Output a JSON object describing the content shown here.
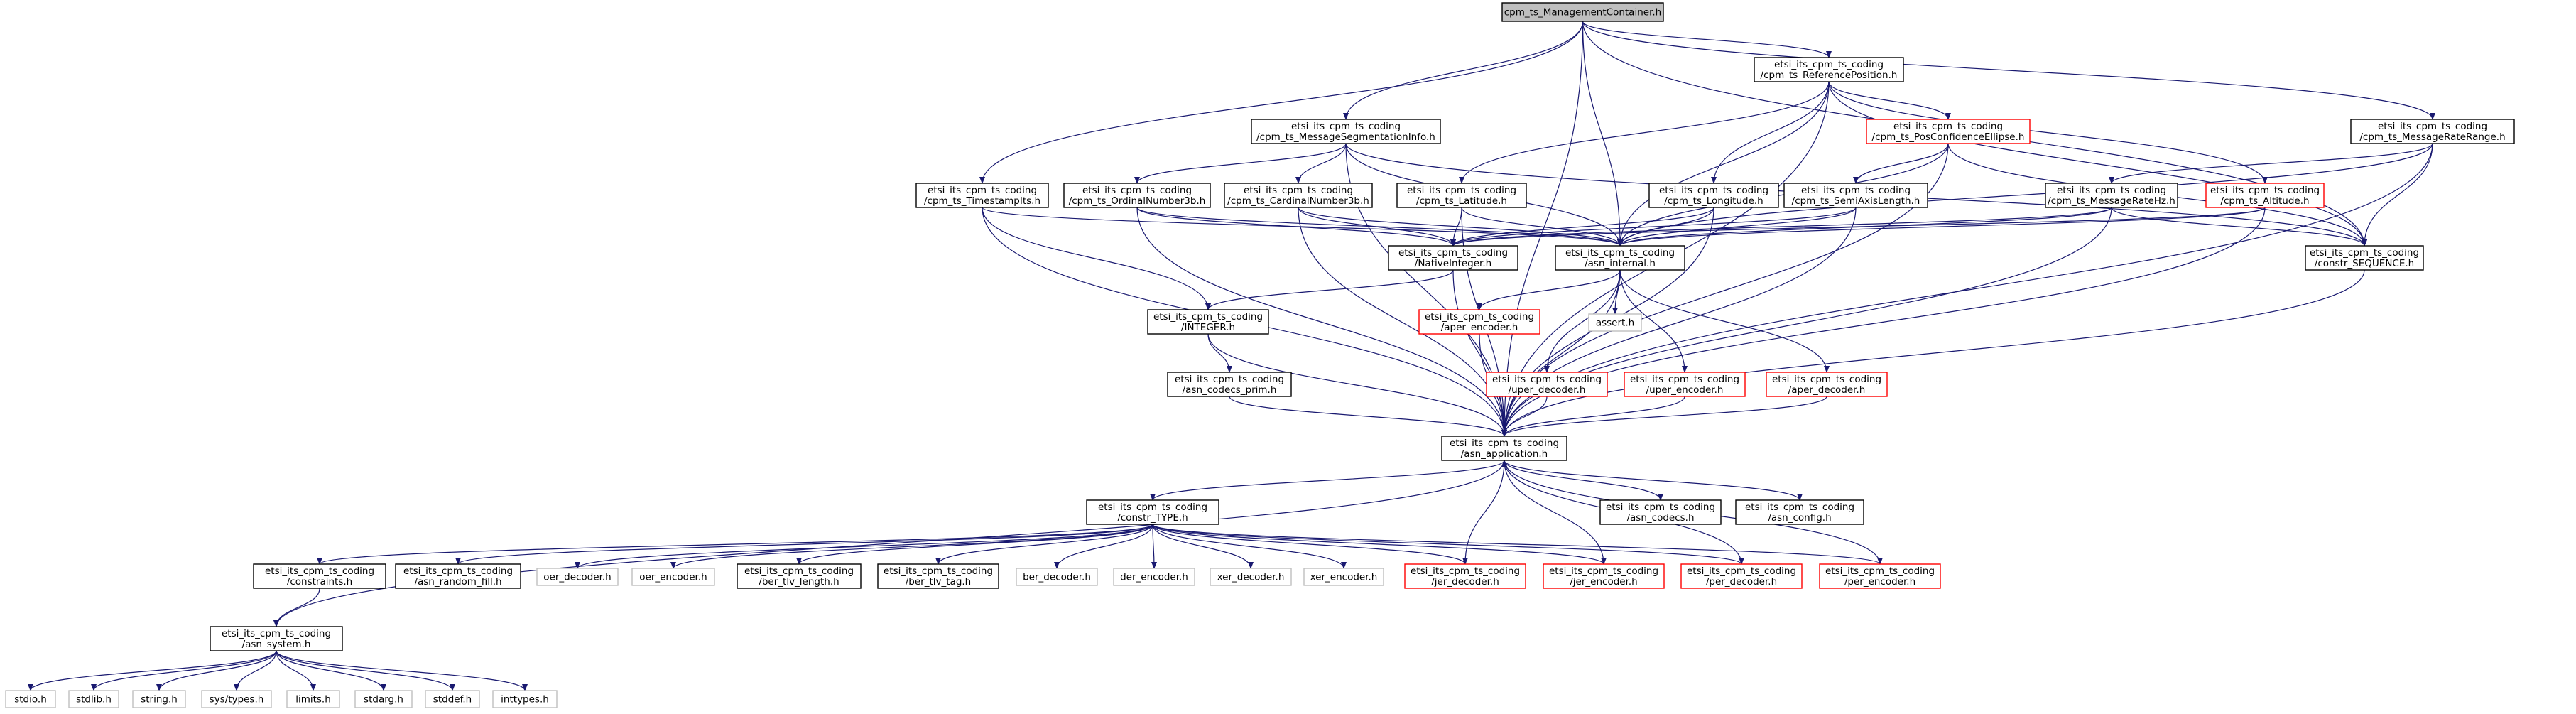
{
  "colors": {
    "edge": "#191970",
    "root_fill": "#bfbfbf",
    "node_border": "#000000",
    "incomplete_border": "#ff0000",
    "system_border": "#bfbfbf"
  },
  "nodes": [
    {
      "id": "root",
      "lines": [
        "cpm_ts_ManagementContainer.h"
      ],
      "kind": "root"
    },
    {
      "id": "refpos",
      "lines": [
        "etsi_its_cpm_ts_coding",
        "/cpm_ts_ReferencePosition.h"
      ],
      "kind": "normal"
    },
    {
      "id": "msgseg",
      "lines": [
        "etsi_its_cpm_ts_coding",
        "/cpm_ts_MessageSegmentationInfo.h"
      ],
      "kind": "normal"
    },
    {
      "id": "posconf",
      "lines": [
        "etsi_its_cpm_ts_coding",
        "/cpm_ts_PosConfidenceEllipse.h"
      ],
      "kind": "red"
    },
    {
      "id": "msgraterange",
      "lines": [
        "etsi_its_cpm_ts_coding",
        "/cpm_ts_MessageRateRange.h"
      ],
      "kind": "normal"
    },
    {
      "id": "timestamp",
      "lines": [
        "etsi_its_cpm_ts_coding",
        "/cpm_ts_TimestampIts.h"
      ],
      "kind": "normal"
    },
    {
      "id": "ordinal",
      "lines": [
        "etsi_its_cpm_ts_coding",
        "/cpm_ts_OrdinalNumber3b.h"
      ],
      "kind": "normal"
    },
    {
      "id": "cardinal",
      "lines": [
        "etsi_its_cpm_ts_coding",
        "/cpm_ts_CardinalNumber3b.h"
      ],
      "kind": "normal"
    },
    {
      "id": "latitude",
      "lines": [
        "etsi_its_cpm_ts_coding",
        "/cpm_ts_Latitude.h"
      ],
      "kind": "normal"
    },
    {
      "id": "longitude",
      "lines": [
        "etsi_its_cpm_ts_coding",
        "/cpm_ts_Longitude.h"
      ],
      "kind": "normal"
    },
    {
      "id": "semiaxis",
      "lines": [
        "etsi_its_cpm_ts_coding",
        "/cpm_ts_SemiAxisLength.h"
      ],
      "kind": "normal"
    },
    {
      "id": "msgratehz",
      "lines": [
        "etsi_its_cpm_ts_coding",
        "/cpm_ts_MessageRateHz.h"
      ],
      "kind": "normal"
    },
    {
      "id": "altitude",
      "lines": [
        "etsi_its_cpm_ts_coding",
        "/cpm_ts_Altitude.h"
      ],
      "kind": "red"
    },
    {
      "id": "nativeint",
      "lines": [
        "etsi_its_cpm_ts_coding",
        "/NativeInteger.h"
      ],
      "kind": "normal"
    },
    {
      "id": "asninternal",
      "lines": [
        "etsi_its_cpm_ts_coding",
        "/asn_internal.h"
      ],
      "kind": "normal"
    },
    {
      "id": "constrseq",
      "lines": [
        "etsi_its_cpm_ts_coding",
        "/constr_SEQUENCE.h"
      ],
      "kind": "normal"
    },
    {
      "id": "integer",
      "lines": [
        "etsi_its_cpm_ts_coding",
        "/INTEGER.h"
      ],
      "kind": "normal"
    },
    {
      "id": "aperenc",
      "lines": [
        "etsi_its_cpm_ts_coding",
        "/aper_encoder.h"
      ],
      "kind": "red"
    },
    {
      "id": "assert",
      "lines": [
        "assert.h"
      ],
      "kind": "gray"
    },
    {
      "id": "codecsprim",
      "lines": [
        "etsi_its_cpm_ts_coding",
        "/asn_codecs_prim.h"
      ],
      "kind": "normal"
    },
    {
      "id": "uperdec",
      "lines": [
        "etsi_its_cpm_ts_coding",
        "/uper_decoder.h"
      ],
      "kind": "red"
    },
    {
      "id": "uperenc",
      "lines": [
        "etsi_its_cpm_ts_coding",
        "/uper_encoder.h"
      ],
      "kind": "red"
    },
    {
      "id": "aperdec",
      "lines": [
        "etsi_its_cpm_ts_coding",
        "/aper_decoder.h"
      ],
      "kind": "red"
    },
    {
      "id": "asnapp",
      "lines": [
        "etsi_its_cpm_ts_coding",
        "/asn_application.h"
      ],
      "kind": "normal"
    },
    {
      "id": "constrtype",
      "lines": [
        "etsi_its_cpm_ts_coding",
        "/constr_TYPE.h"
      ],
      "kind": "normal"
    },
    {
      "id": "asncodecs",
      "lines": [
        "etsi_its_cpm_ts_coding",
        "/asn_codecs.h"
      ],
      "kind": "normal"
    },
    {
      "id": "asnconfig",
      "lines": [
        "etsi_its_cpm_ts_coding",
        "/asn_config.h"
      ],
      "kind": "normal"
    },
    {
      "id": "constraints",
      "lines": [
        "etsi_its_cpm_ts_coding",
        "/constraints.h"
      ],
      "kind": "normal"
    },
    {
      "id": "randomfill",
      "lines": [
        "etsi_its_cpm_ts_coding",
        "/asn_random_fill.h"
      ],
      "kind": "normal"
    },
    {
      "id": "oerdec",
      "lines": [
        "oer_decoder.h"
      ],
      "kind": "gray"
    },
    {
      "id": "oerenc",
      "lines": [
        "oer_encoder.h"
      ],
      "kind": "gray"
    },
    {
      "id": "bertlvlen",
      "lines": [
        "etsi_its_cpm_ts_coding",
        "/ber_tlv_length.h"
      ],
      "kind": "normal"
    },
    {
      "id": "bertlvtag",
      "lines": [
        "etsi_its_cpm_ts_coding",
        "/ber_tlv_tag.h"
      ],
      "kind": "normal"
    },
    {
      "id": "berdec",
      "lines": [
        "ber_decoder.h"
      ],
      "kind": "gray"
    },
    {
      "id": "derenc",
      "lines": [
        "der_encoder.h"
      ],
      "kind": "gray"
    },
    {
      "id": "xerdec",
      "lines": [
        "xer_decoder.h"
      ],
      "kind": "gray"
    },
    {
      "id": "xerenc",
      "lines": [
        "xer_encoder.h"
      ],
      "kind": "gray"
    },
    {
      "id": "jerdec",
      "lines": [
        "etsi_its_cpm_ts_coding",
        "/jer_decoder.h"
      ],
      "kind": "red"
    },
    {
      "id": "jerenc",
      "lines": [
        "etsi_its_cpm_ts_coding",
        "/jer_encoder.h"
      ],
      "kind": "red"
    },
    {
      "id": "perdec",
      "lines": [
        "etsi_its_cpm_ts_coding",
        "/per_decoder.h"
      ],
      "kind": "red"
    },
    {
      "id": "perenc",
      "lines": [
        "etsi_its_cpm_ts_coding",
        "/per_encoder.h"
      ],
      "kind": "red"
    },
    {
      "id": "asnsystem",
      "lines": [
        "etsi_its_cpm_ts_coding",
        "/asn_system.h"
      ],
      "kind": "normal"
    },
    {
      "id": "stdio",
      "lines": [
        "stdio.h"
      ],
      "kind": "gray"
    },
    {
      "id": "stdlib",
      "lines": [
        "stdlib.h"
      ],
      "kind": "gray"
    },
    {
      "id": "string",
      "lines": [
        "string.h"
      ],
      "kind": "gray"
    },
    {
      "id": "systypes",
      "lines": [
        "sys/types.h"
      ],
      "kind": "gray"
    },
    {
      "id": "limits",
      "lines": [
        "limits.h"
      ],
      "kind": "gray"
    },
    {
      "id": "stdarg",
      "lines": [
        "stdarg.h"
      ],
      "kind": "gray"
    },
    {
      "id": "stddef",
      "lines": [
        "stddef.h"
      ],
      "kind": "gray"
    },
    {
      "id": "inttypes",
      "lines": [
        "inttypes.h"
      ],
      "kind": "gray"
    }
  ],
  "edges": [
    [
      "root",
      "refpos"
    ],
    [
      "root",
      "msgseg"
    ],
    [
      "root",
      "msgraterange"
    ],
    [
      "root",
      "timestamp"
    ],
    [
      "root",
      "asninternal"
    ],
    [
      "root",
      "asnapp"
    ],
    [
      "root",
      "constrseq"
    ],
    [
      "refpos",
      "posconf"
    ],
    [
      "refpos",
      "latitude"
    ],
    [
      "refpos",
      "longitude"
    ],
    [
      "refpos",
      "altitude"
    ],
    [
      "refpos",
      "asninternal"
    ],
    [
      "refpos",
      "asnapp"
    ],
    [
      "refpos",
      "constrseq"
    ],
    [
      "msgseg",
      "ordinal"
    ],
    [
      "msgseg",
      "cardinal"
    ],
    [
      "msgseg",
      "asninternal"
    ],
    [
      "msgseg",
      "asnapp"
    ],
    [
      "msgseg",
      "constrseq"
    ],
    [
      "posconf",
      "semiaxis"
    ],
    [
      "posconf",
      "asninternal"
    ],
    [
      "posconf",
      "asnapp"
    ],
    [
      "posconf",
      "constrseq"
    ],
    [
      "msgraterange",
      "msgratehz"
    ],
    [
      "msgraterange",
      "asninternal"
    ],
    [
      "msgraterange",
      "asnapp"
    ],
    [
      "msgraterange",
      "constrseq"
    ],
    [
      "timestamp",
      "integer"
    ],
    [
      "timestamp",
      "asninternal"
    ],
    [
      "timestamp",
      "asnapp"
    ],
    [
      "ordinal",
      "nativeint"
    ],
    [
      "ordinal",
      "asninternal"
    ],
    [
      "ordinal",
      "asnapp"
    ],
    [
      "cardinal",
      "nativeint"
    ],
    [
      "cardinal",
      "asninternal"
    ],
    [
      "cardinal",
      "asnapp"
    ],
    [
      "latitude",
      "nativeint"
    ],
    [
      "latitude",
      "asninternal"
    ],
    [
      "latitude",
      "asnapp"
    ],
    [
      "longitude",
      "nativeint"
    ],
    [
      "longitude",
      "asninternal"
    ],
    [
      "longitude",
      "asnapp"
    ],
    [
      "semiaxis",
      "nativeint"
    ],
    [
      "semiaxis",
      "asninternal"
    ],
    [
      "semiaxis",
      "asnapp"
    ],
    [
      "msgratehz",
      "nativeint"
    ],
    [
      "msgratehz",
      "asninternal"
    ],
    [
      "msgratehz",
      "asnapp"
    ],
    [
      "msgratehz",
      "constrseq"
    ],
    [
      "altitude",
      "nativeint"
    ],
    [
      "altitude",
      "asninternal"
    ],
    [
      "altitude",
      "asnapp"
    ],
    [
      "nativeint",
      "integer"
    ],
    [
      "nativeint",
      "asnapp"
    ],
    [
      "asninternal",
      "aperenc"
    ],
    [
      "asninternal",
      "assert"
    ],
    [
      "asninternal",
      "uperdec"
    ],
    [
      "asninternal",
      "uperenc"
    ],
    [
      "asninternal",
      "aperdec"
    ],
    [
      "asninternal",
      "asnapp"
    ],
    [
      "constrseq",
      "asnapp"
    ],
    [
      "integer",
      "codecsprim"
    ],
    [
      "integer",
      "asnapp"
    ],
    [
      "aperenc",
      "asnapp"
    ],
    [
      "codecsprim",
      "asnapp"
    ],
    [
      "uperdec",
      "asnapp"
    ],
    [
      "uperenc",
      "asnapp"
    ],
    [
      "aperdec",
      "asnapp"
    ],
    [
      "asnapp",
      "constrtype"
    ],
    [
      "asnapp",
      "asncodecs"
    ],
    [
      "asnapp",
      "asnconfig"
    ],
    [
      "asnapp",
      "asnsystem"
    ],
    [
      "constrtype",
      "constraints"
    ],
    [
      "constrtype",
      "randomfill"
    ],
    [
      "constrtype",
      "oerdec"
    ],
    [
      "constrtype",
      "oerenc"
    ],
    [
      "constrtype",
      "bertlvlen"
    ],
    [
      "constrtype",
      "bertlvtag"
    ],
    [
      "constrtype",
      "berdec"
    ],
    [
      "constrtype",
      "derenc"
    ],
    [
      "constrtype",
      "xerdec"
    ],
    [
      "constrtype",
      "xerenc"
    ],
    [
      "constrtype",
      "jerdec"
    ],
    [
      "constrtype",
      "jerenc"
    ],
    [
      "constrtype",
      "perdec"
    ],
    [
      "constrtype",
      "perenc"
    ],
    [
      "jerdec",
      "asnapp"
    ],
    [
      "jerenc",
      "asnapp"
    ],
    [
      "perdec",
      "asnapp"
    ],
    [
      "perenc",
      "asnapp"
    ],
    [
      "constraints",
      "asnsystem"
    ],
    [
      "asnsystem",
      "stdio"
    ],
    [
      "asnsystem",
      "stdlib"
    ],
    [
      "asnsystem",
      "string"
    ],
    [
      "asnsystem",
      "systypes"
    ],
    [
      "asnsystem",
      "limits"
    ],
    [
      "asnsystem",
      "stdarg"
    ],
    [
      "asnsystem",
      "stddef"
    ],
    [
      "asnsystem",
      "inttypes"
    ]
  ]
}
